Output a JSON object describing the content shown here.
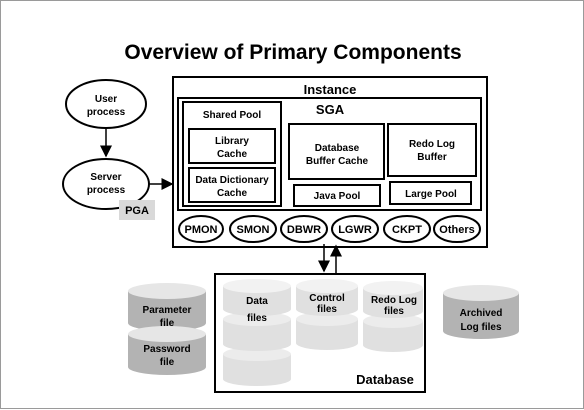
{
  "title": "Overview of Primary Components",
  "instance": {
    "label": "Instance"
  },
  "sga": {
    "label": "SGA"
  },
  "shared_pool": {
    "label": "Shared Pool"
  },
  "library_cache": {
    "line1": "Library",
    "line2": "Cache"
  },
  "data_dictionary_cache": {
    "line1": "Data Dictionary",
    "line2": "Cache"
  },
  "database_buffer_cache": {
    "line1": "Database",
    "line2": "Buffer Cache"
  },
  "redo_log_buffer": {
    "line1": "Redo Log",
    "line2": "Buffer"
  },
  "java_pool": {
    "label": "Java Pool"
  },
  "large_pool": {
    "label": "Large Pool"
  },
  "processes": [
    "PMON",
    "SMON",
    "DBWR",
    "LGWR",
    "CKPT",
    "Others"
  ],
  "user_process": {
    "line1": "User",
    "line2": "process"
  },
  "server_process": {
    "line1": "Server",
    "line2": "process"
  },
  "pga": {
    "label": "PGA"
  },
  "database": {
    "label": "Database",
    "data_files": {
      "line1": "Data",
      "line2": "files"
    },
    "control_files": {
      "line1": "Control",
      "line2": "files"
    },
    "redo_log_files": {
      "line1": "Redo Log",
      "line2": "files"
    }
  },
  "parameter_file": {
    "line1": "Parameter",
    "line2": "file"
  },
  "password_file": {
    "line1": "Password",
    "line2": "file"
  },
  "archived_log_files": {
    "line1": "Archived",
    "line2": "Log files"
  },
  "colors": {
    "cyl_top": "#e6e6e6",
    "cyl_body": "#cfcfcf",
    "cyl_dark": "#b0b0b0",
    "pga_bg": "#d9d9d9"
  }
}
